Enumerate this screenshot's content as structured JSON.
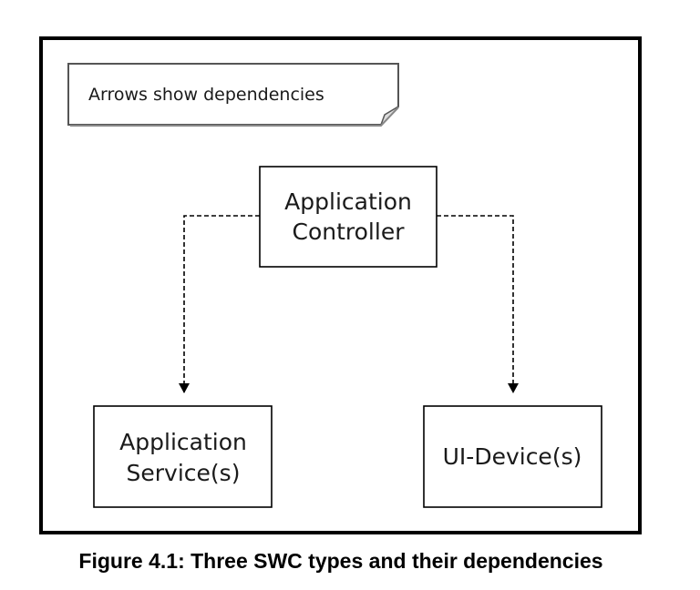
{
  "note": {
    "text": "Arrows show dependencies"
  },
  "nodes": {
    "controller": {
      "line1": "Application",
      "line2": "Controller"
    },
    "service": {
      "line1": "Application",
      "line2": "Service(s)"
    },
    "ui_device": {
      "line1": "UI-Device(s)"
    }
  },
  "edges": [
    {
      "from": "controller",
      "to": "service",
      "style": "dashed"
    },
    {
      "from": "controller",
      "to": "ui_device",
      "style": "dashed"
    }
  ],
  "caption": "Figure 4.1: Three SWC types and their dependencies"
}
